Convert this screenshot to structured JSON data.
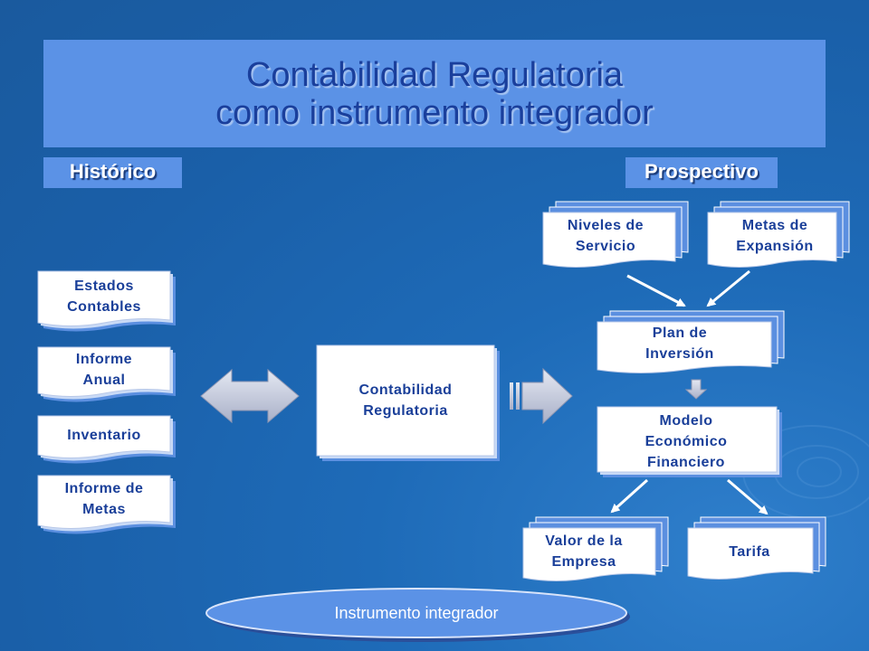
{
  "title": {
    "line1": "Contabilidad Regulatoria",
    "line2": "como instrumento integrador"
  },
  "labels": {
    "left": "Histórico",
    "right": "Prospectivo"
  },
  "left_docs": [
    {
      "line1": "Estados",
      "line2": "Contables"
    },
    {
      "line1": "Informe",
      "line2": "Anual"
    },
    {
      "line1": "Inventario",
      "line2": ""
    },
    {
      "line1": "Informe de",
      "line2": "Metas"
    }
  ],
  "center": {
    "line1": "Contabilidad",
    "line2": "Regulatoria"
  },
  "right_docs": {
    "niveles": {
      "line1": "Niveles de",
      "line2": "Servicio"
    },
    "metas": {
      "line1": "Metas de",
      "line2": "Expansión"
    },
    "plan": {
      "line1": "Plan de",
      "line2": "Inversión"
    },
    "modelo": {
      "line1": "Modelo",
      "line2": "Económico",
      "line3": "Financiero"
    },
    "valor": {
      "line1": "Valor de la",
      "line2": "Empresa"
    },
    "tarifa": {
      "line1": "Tarifa"
    }
  },
  "footer": {
    "label": "Instrumento integrador"
  },
  "colors": {
    "background": "#1e6bb8",
    "title_box": "#5b92e6",
    "title_text": "#1a3f9c",
    "doc_fill": "#ffffff",
    "doc_edge": "#5b8fe0",
    "doc_text": "#1a3f99",
    "arrow_fill": "#c8cde0",
    "ellipse_fill": "#5b92e6"
  }
}
